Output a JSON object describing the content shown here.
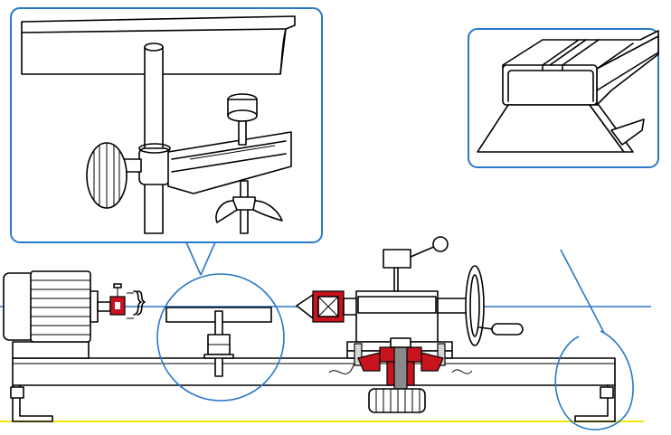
{
  "colors": {
    "outline": "#000000",
    "callout_frame": "#2a78c8",
    "axis_line": "#2a78c8",
    "section_fill": "#c8141e",
    "floor_line": "#f0e600",
    "background": "#ffffff"
  },
  "components": {
    "main_view": [
      "motor",
      "coupling",
      "bed",
      "tool-rest",
      "tailstock",
      "handwheel",
      "clamp-knob",
      "feet"
    ],
    "callout_left": [
      "tool-rest-bar",
      "post",
      "knurled-knob",
      "sliding-arm",
      "thumb-screw",
      "wing-nut"
    ],
    "callout_right": [
      "bed-profile",
      "guide-rail"
    ]
  }
}
